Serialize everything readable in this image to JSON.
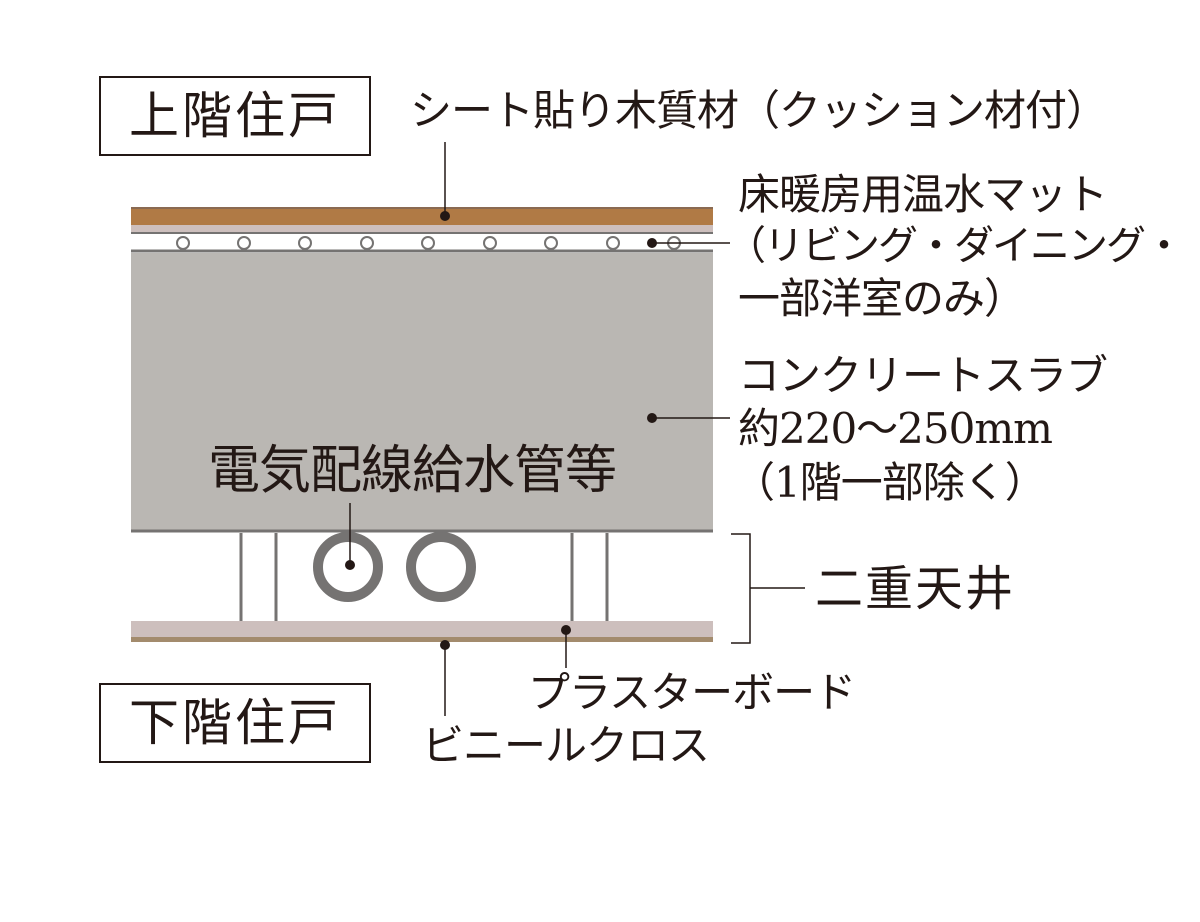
{
  "labels": {
    "upper_unit": "上階住戸",
    "lower_unit": "下階住戸",
    "flooring": "シート貼り木質材（クッション材付）",
    "heating_line1": "床暖房用温水マット",
    "heating_line2": "（リビング・ダイニング・",
    "heating_line3": "一部洋室のみ）",
    "slab_line1": "コンクリートスラブ",
    "slab_line2": "約220～250mm",
    "slab_line3": "（1階一部除く）",
    "pipes": "電気配線給水管等",
    "double_ceiling": "二重天井",
    "plasterboard": "プラスターボード",
    "vinyl": "ビニールクロス"
  },
  "colors": {
    "ink": "#231815",
    "wood": "#b07a45",
    "cushion": "#cdbfbd",
    "slab": "#bab7b3",
    "line": "#757372",
    "plasterboard": "#cdbfbd",
    "vinyl": "#a38b6d",
    "pipe": "#757372"
  },
  "icons": {
    "pipe": "pipe-circle-icon",
    "tube": "hot-water-tube-icon",
    "leader_dot": "leader-dot-icon"
  }
}
